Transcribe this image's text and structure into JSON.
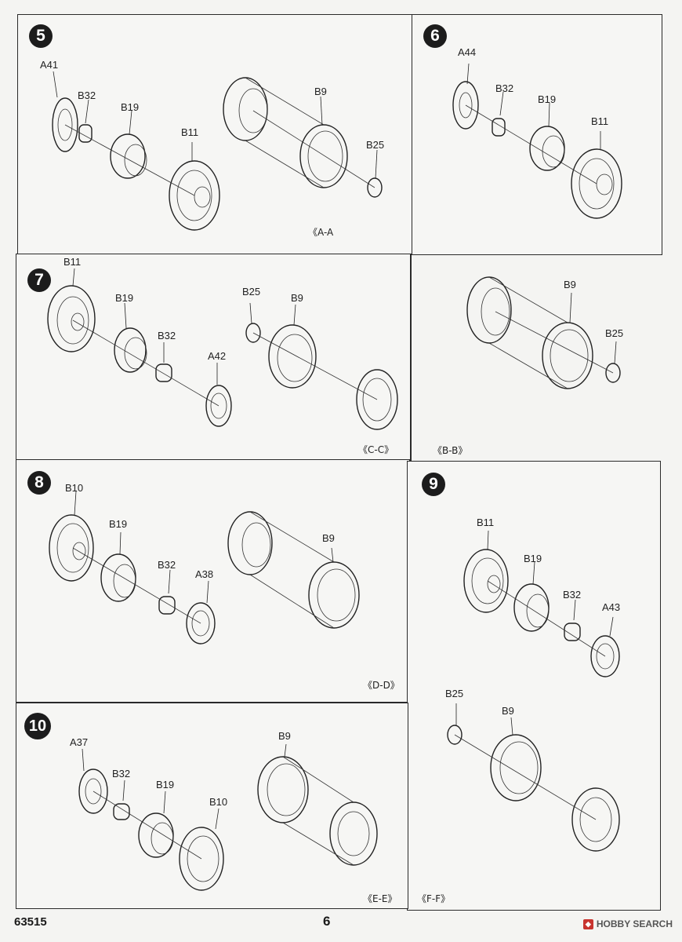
{
  "footer": {
    "code": "63515",
    "page": "6",
    "watermark": "HOBBY SEARCH"
  },
  "steps": [
    {
      "number": "5",
      "parts": [
        "A41",
        "B32",
        "B19",
        "B11",
        "B9",
        "B25"
      ],
      "view": "《A-A"
    },
    {
      "number": "6",
      "parts": [
        "A44",
        "B32",
        "B19",
        "B11"
      ]
    },
    {
      "number": "7",
      "parts": [
        "B11",
        "B19",
        "B32",
        "A42",
        "B25",
        "B9"
      ],
      "view": "《C-C》"
    },
    {
      "number": "",
      "parts": [
        "B9",
        "B25"
      ],
      "view": "《B-B》"
    },
    {
      "number": "8",
      "parts": [
        "B10",
        "B19",
        "B32",
        "A38",
        "B9"
      ],
      "view": "《D-D》"
    },
    {
      "number": "9",
      "parts": [
        "B11",
        "B19",
        "B32",
        "A43",
        "B25",
        "B9"
      ],
      "view": "《F-F》"
    },
    {
      "number": "10",
      "parts": [
        "A37",
        "B32",
        "B19",
        "B10",
        "B9"
      ],
      "view": "《E-E》"
    }
  ]
}
